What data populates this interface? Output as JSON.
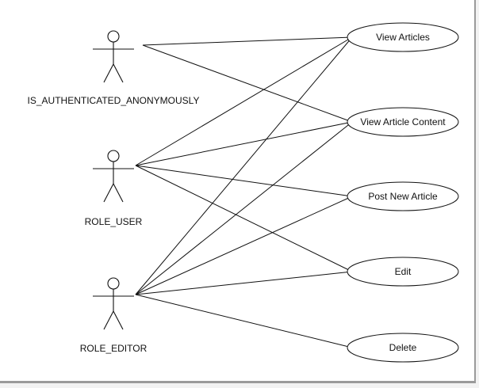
{
  "actors": [
    {
      "id": "anon",
      "label": "IS_AUTHENTICATED_ANONYMOUSLY"
    },
    {
      "id": "user",
      "label": "ROLE_USER"
    },
    {
      "id": "editor",
      "label": "ROLE_EDITOR"
    }
  ],
  "use_cases": [
    {
      "id": "view_articles",
      "label": "View Articles"
    },
    {
      "id": "view_content",
      "label": "View Article Content"
    },
    {
      "id": "post_article",
      "label": "Post New Article"
    },
    {
      "id": "edit",
      "label": "Edit"
    },
    {
      "id": "delete",
      "label": "Delete"
    }
  ],
  "associations": [
    {
      "actor": "anon",
      "use_case": "view_articles"
    },
    {
      "actor": "anon",
      "use_case": "view_content"
    },
    {
      "actor": "user",
      "use_case": "view_articles"
    },
    {
      "actor": "user",
      "use_case": "view_content"
    },
    {
      "actor": "user",
      "use_case": "post_article"
    },
    {
      "actor": "user",
      "use_case": "edit"
    },
    {
      "actor": "editor",
      "use_case": "view_articles"
    },
    {
      "actor": "editor",
      "use_case": "view_content"
    },
    {
      "actor": "editor",
      "use_case": "post_article"
    },
    {
      "actor": "editor",
      "use_case": "edit"
    },
    {
      "actor": "editor",
      "use_case": "delete"
    }
  ]
}
